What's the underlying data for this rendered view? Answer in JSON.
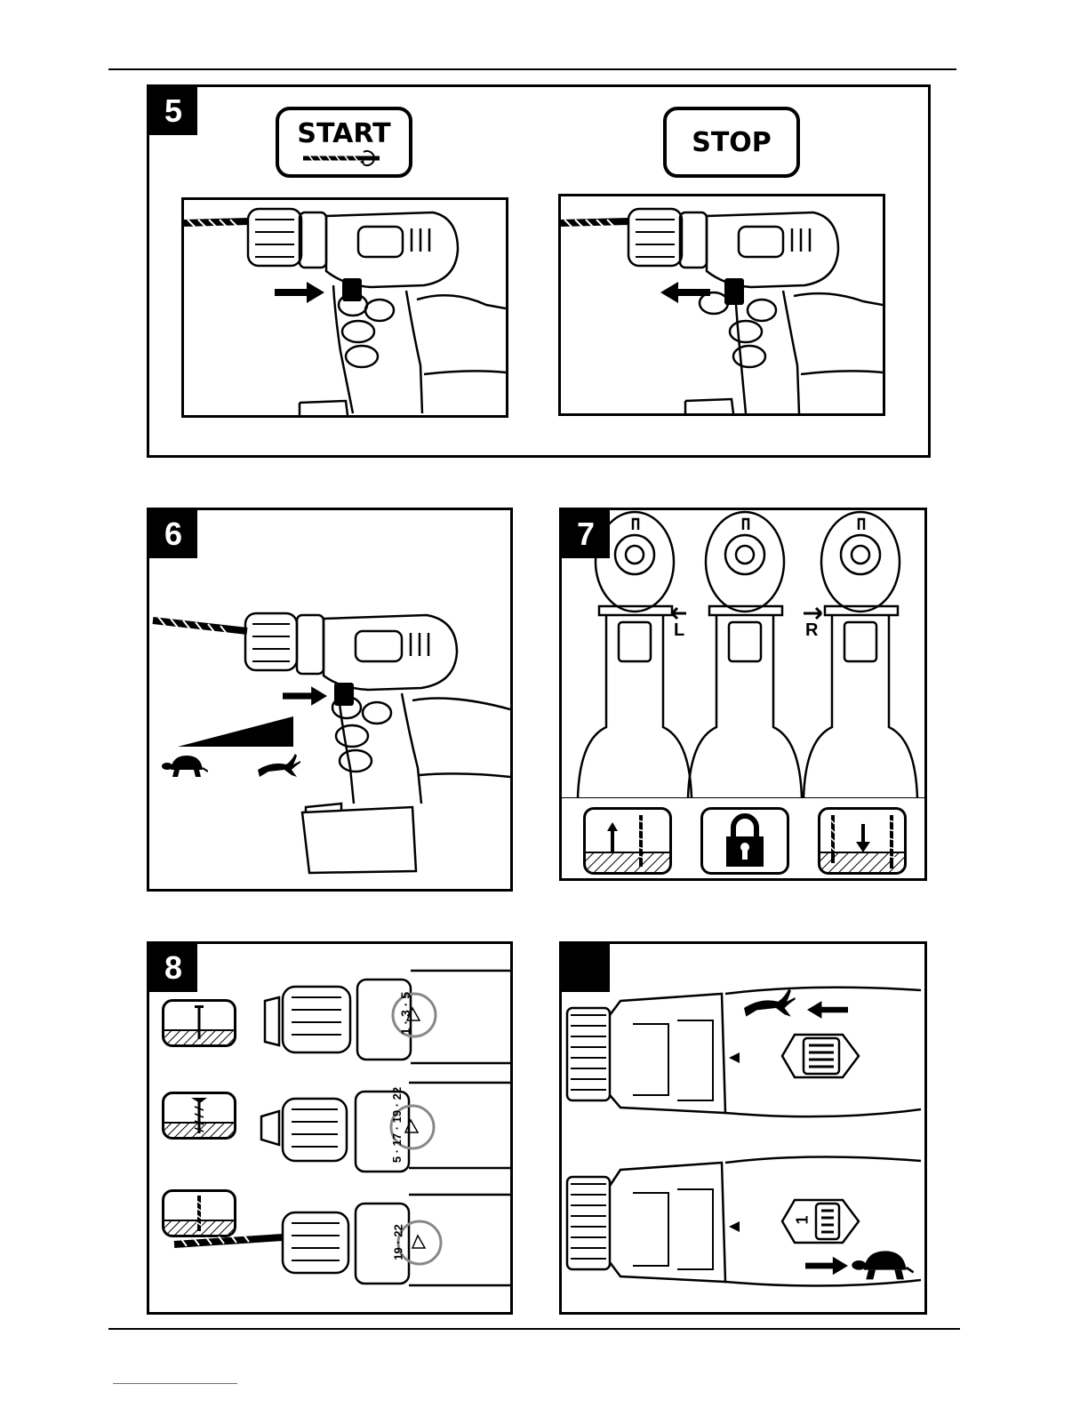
{
  "figures": [
    {
      "number": "5",
      "labels": {
        "start": "START",
        "stop": "STOP"
      }
    },
    {
      "number": "6"
    },
    {
      "number": "7",
      "direction_labels": {
        "left": "L",
        "right": "R"
      }
    },
    {
      "number": "8",
      "torque_settings": [
        "1 · 3 · 5",
        "5 · 17 · 19 · 22",
        "19 · 22"
      ]
    },
    {
      "number": ""
    }
  ],
  "icons": [
    "drill-bit-icon",
    "arrow-right-icon",
    "arrow-left-icon",
    "tortoise-icon",
    "hare-icon",
    "screw-out-icon",
    "lock-icon",
    "screw-in-icon",
    "nail-icon",
    "screw-icon",
    "drill-icon"
  ],
  "gear_label": "1",
  "colors": {
    "ink": "#000000",
    "paper": "#ffffff",
    "hatch": "#000000"
  }
}
